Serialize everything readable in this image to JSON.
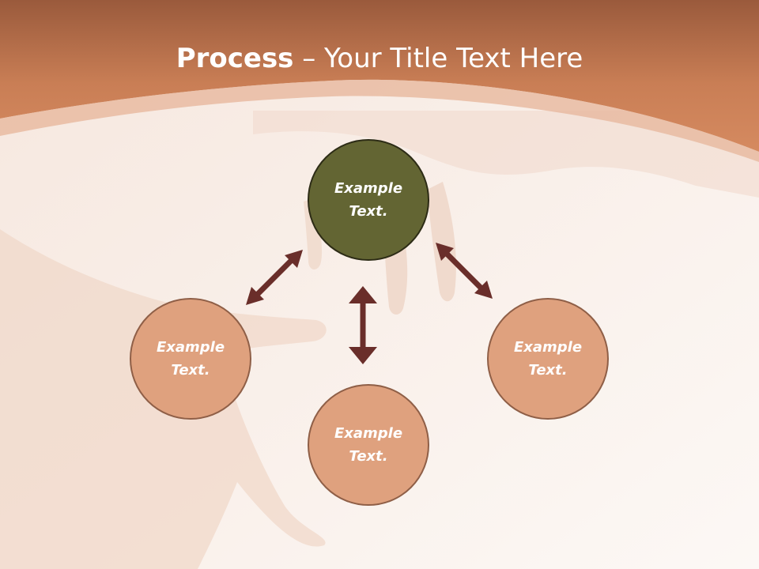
{
  "title": {
    "bold": "Process",
    "rest": " – Your Title Text Here"
  },
  "colors": {
    "header": "#c97e55",
    "center_node": "#636533",
    "outer_node": "#dfa17e",
    "arrow": "#6a2e2a",
    "background": "#fbf6f2"
  },
  "nodes": {
    "center": {
      "label": "Example Text."
    },
    "left": {
      "label": "Example Text."
    },
    "bottom": {
      "label": "Example Text."
    },
    "right": {
      "label": "Example Text."
    }
  }
}
